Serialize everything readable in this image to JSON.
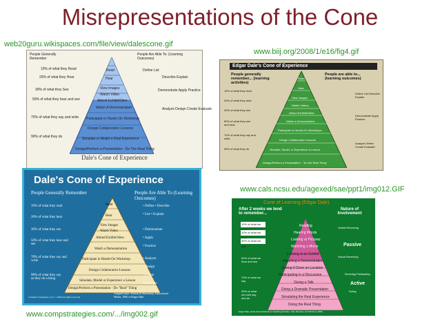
{
  "title": "Misrepresentations of the Cone",
  "sources": {
    "s1": "web20guru.wikispaces.com/file/view/dalescone.gif",
    "s2": "www.biij.org/2008/1/e16/fig4.gif",
    "s3": "www.cals.ncsu.edu/agexed/sae/ppt1/img012.GIF",
    "s4": "www.compstrategies.com/.../img002.gif"
  },
  "panel1": {
    "left_head": "People Generally Remember",
    "right_head": "People Are Able To: (Learning Outcomes)",
    "left": [
      "10% of what they Read",
      "20% of what they Hear",
      "30% of what they See",
      "50% of what they hear and see",
      "70% of what they say and write",
      "90% of what they do"
    ],
    "tiers": [
      "Read",
      "Hear",
      "View Images",
      "Watch Video",
      "Attend Exhibit/Sites",
      "Watch A Demonstration",
      "Participate in Hands-On Workshop",
      "Design Collaborative Lessons",
      "Simulate or Model a Real Experience",
      "Design/Perform a Presentation - Do The Real Thing"
    ],
    "outcomes": [
      "Define List",
      "Describe Explain",
      "Demonstrate Apply Practice",
      "Analyze Design Create Evaluate"
    ],
    "caption": "Dale's Cone of Experience"
  },
  "panel2": {
    "header": "Edgar Dale's Cone of Experience",
    "left_head": "People generally remember... (learning activities)",
    "right_head": "People are able to... (learning outcomes)",
    "left": [
      "10% of what they read",
      "20% of what they hear",
      "30% of what they see",
      "50% of what they see and hear",
      "70% of what they say and write",
      "90% of what they do"
    ],
    "tiers": [
      "Read",
      "Hear",
      "View Images",
      "Watch Videos",
      "Attend Exhibits/Sites",
      "Watch a Demonstration",
      "Participate in Hands-On Workshops",
      "Design Collaborative Lessons",
      "Simulate, Model, or Experience a Lesson",
      "Design/Perform a Presentation - \"Do the Real Thing\""
    ],
    "outcomes": [
      "Define List Describe Explain",
      "Demonstrate Apply Practice",
      "Analyze Define Create Evaluate"
    ]
  },
  "panel3": {
    "header": "Dale's Cone of Experience",
    "left_head": "People Generally Remember",
    "right_head": "People Are Able To (Learning Outcomes)",
    "left": [
      "10% of what they read",
      "20% of what they hear",
      "30% of what they see",
      "50% of what they hear and see",
      "70% of what they say and write",
      "90% of what they say as they do a thing"
    ],
    "tiers": [
      "Read",
      "Hear",
      "View Images",
      "Watch Video",
      "Attend Exhibit/Sites",
      "Watch a Demonstration",
      "Participate in Hands-On Workshop",
      "Design Collaborative Lessons",
      "Simulate, Model or Experience a Lesson",
      "Design/Perform a Presentation - Do \"Real\" Thing"
    ],
    "outcomes": [
      "• Define • Describe",
      "• List • Explain",
      "• Demonstrate",
      "• Apply",
      "• Practice",
      "• Analyze",
      "• Design",
      "• Create",
      "• Evaluate"
    ],
    "credit": "Adapted from: Wiman & Meirhenry, Educational Media, 1960 w/Edgar Dale",
    "copyright": "Computer Strategies, LLC © 2006 All rights reserved"
  },
  "panel4": {
    "title": "Cone of Learning (Edgar Dale)",
    "left_head": "After 2 weeks we tend to remember...",
    "right_head": "Nature of Involvement",
    "percent": [
      "10% of what we read",
      "20% of what we hear",
      "30% of what we see",
      "50% of what we hear and see",
      "70% of what we say",
      "90% of what we both say and do"
    ],
    "tiers": [
      "Reading",
      "Hearing Words",
      "Looking at Pictures",
      "Watching a Movie",
      "Looking at an Exhibit",
      "Watching a Demonstration",
      "Seeing It Done on Location",
      "Participating in a Discussion",
      "Giving a Talk",
      "Doing a Dramatic Presentation",
      "Simulating the Real Experience",
      "Doing the Real Thing"
    ],
    "modes": [
      "Verbal Receiving",
      "Passive",
      "Visual Receiving",
      "Receiving/ Participating",
      "Active",
      "Doing"
    ],
    "footer": "Edgar Dale, Audio-Visual Methods in Teaching (3rd Ed.), Holt, Rinehart, and Winston (1969)."
  },
  "colors": {
    "title": "#7d1f2a",
    "url": "#2a9226",
    "panel3_bg": "#1e6fa0",
    "panel4_bg": "#0d7a2e",
    "panel4_tier": "#f2a6c8"
  }
}
